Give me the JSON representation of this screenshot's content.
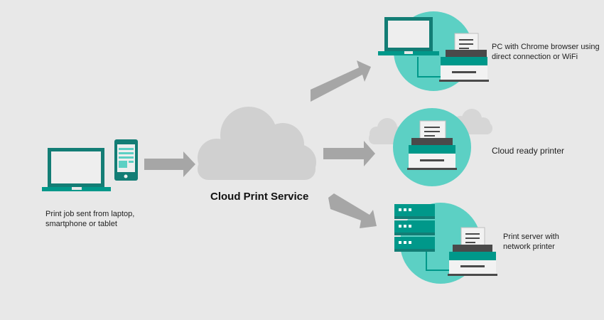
{
  "source": {
    "label_line1": "Print job sent from laptop,",
    "label_line2": "smartphone or tablet"
  },
  "service": {
    "label": "Cloud Print Service"
  },
  "destinations": [
    {
      "label_line1": "PC with Chrome browser using",
      "label_line2": "direct connection or WiFi"
    },
    {
      "label_line1": "Cloud ready printer",
      "label_line2": ""
    },
    {
      "label_line1": "Print server with",
      "label_line2": "network printer"
    }
  ],
  "colors": {
    "background": "#e8e8e8",
    "teal": "#5cd0c4",
    "dark_teal": "#00988a",
    "device_frame": "#137d75",
    "screen": "#eeeeee",
    "arrow": "#a6a6a6",
    "cloud": "#d0d0d0",
    "small_cloud": "#d6d6d6",
    "printer_body": "#f2f2f2",
    "printer_dark": "#4a4a4a"
  },
  "icons": [
    "laptop-icon",
    "smartphone-icon",
    "cloud-icon",
    "arrow-icon",
    "printer-icon",
    "server-icon"
  ]
}
